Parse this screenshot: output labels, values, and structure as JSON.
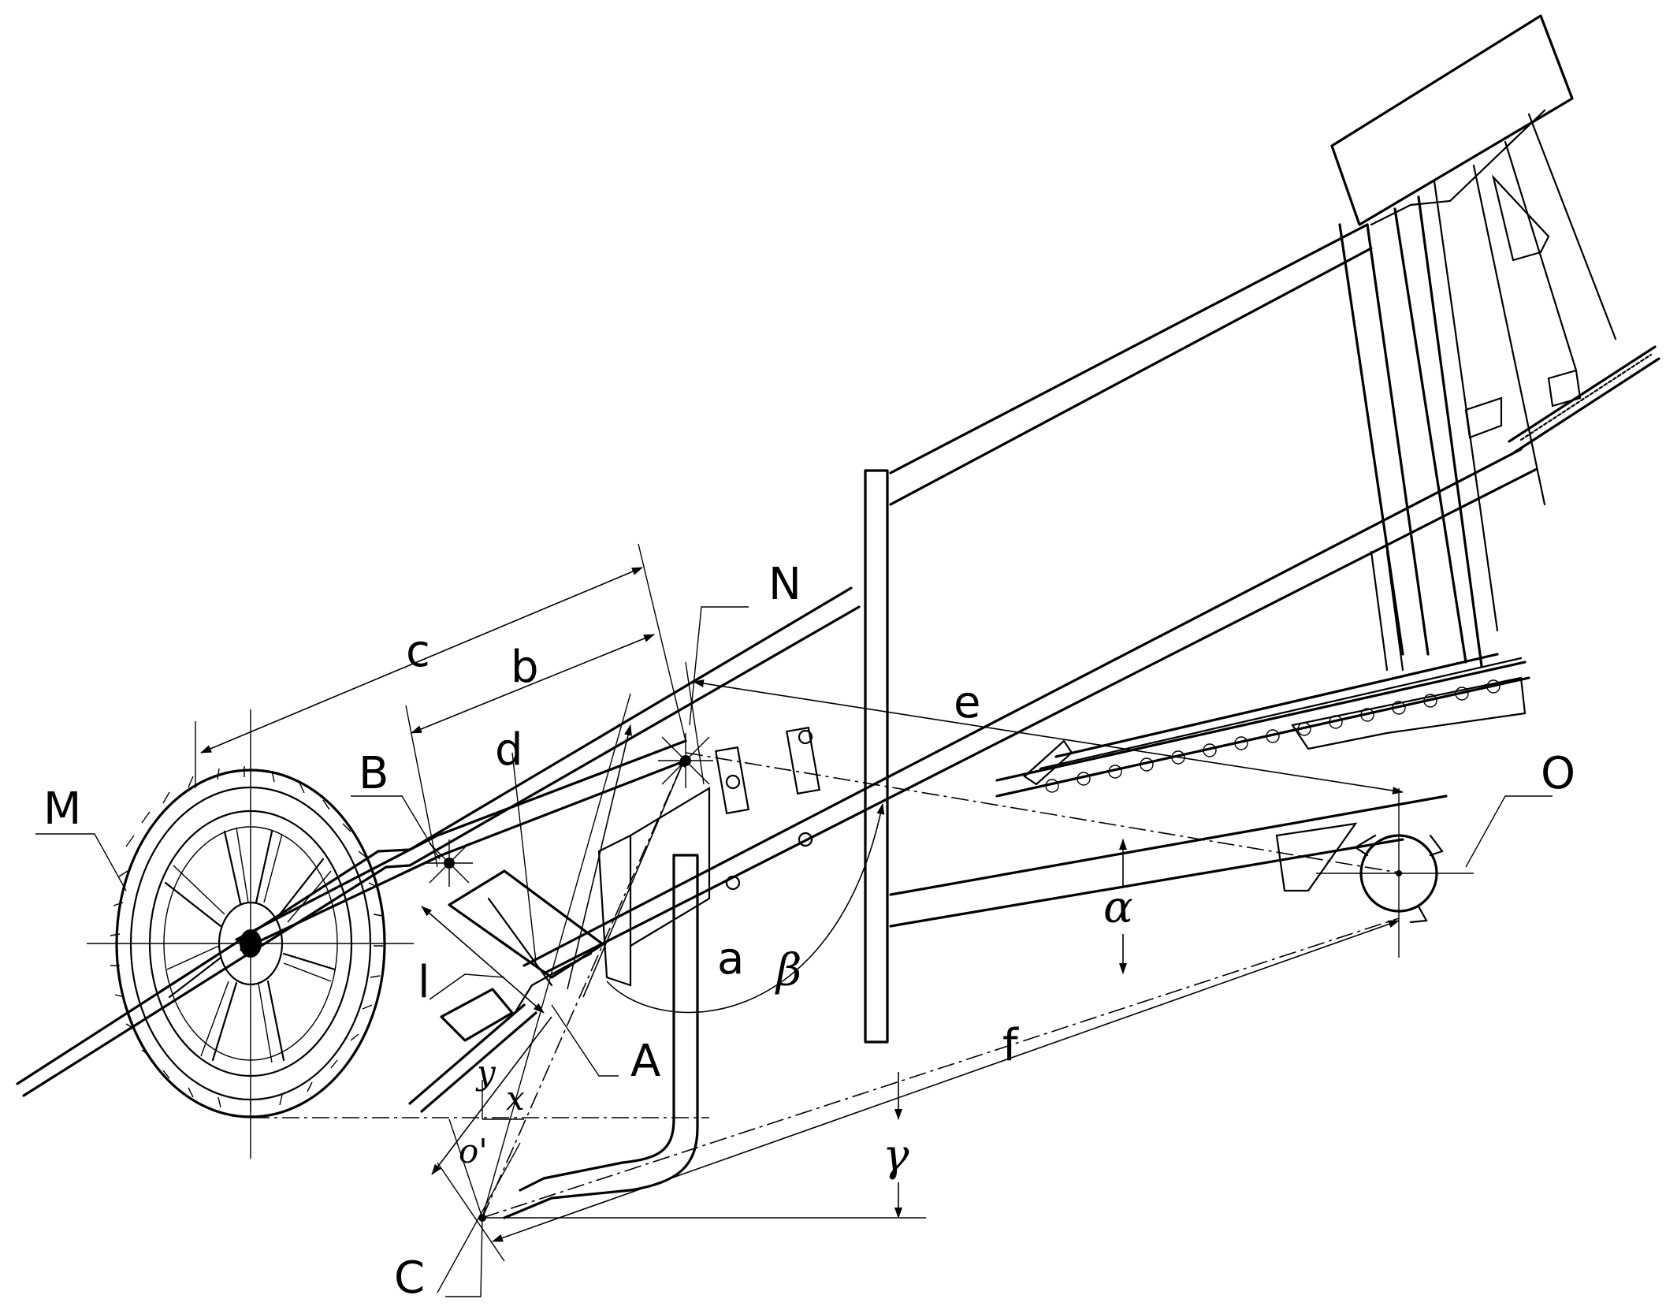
{
  "diagram": {
    "points": {
      "M": "M",
      "B": "B",
      "N": "N",
      "O": "O",
      "A": "A",
      "C": "C"
    },
    "dimensions": {
      "a": "a",
      "b": "b",
      "c": "c",
      "d": "d",
      "e": "e",
      "f": "f",
      "l": "l"
    },
    "angles": {
      "alpha": "α",
      "beta": "β",
      "gamma": "γ"
    },
    "axes": {
      "origin": "o'",
      "x": "x",
      "y": "y"
    }
  }
}
